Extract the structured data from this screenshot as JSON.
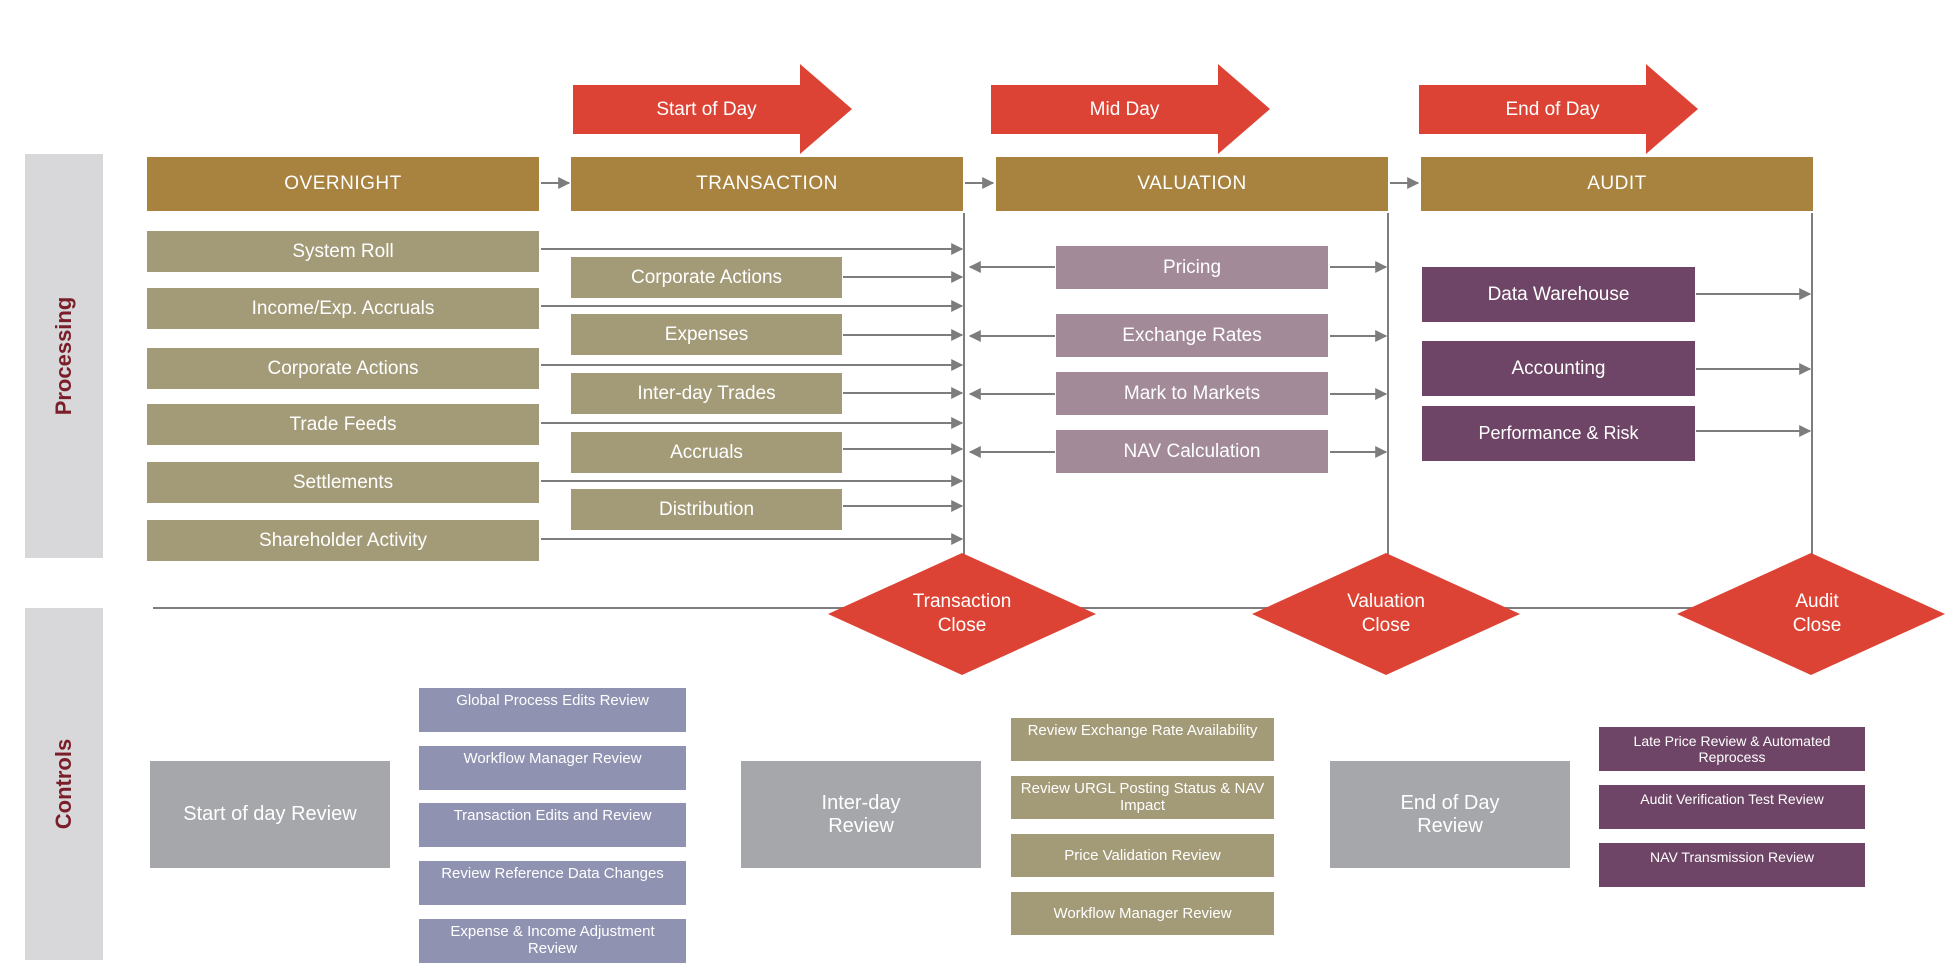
{
  "sidebar": {
    "processing": "Processing",
    "controls": "Controls"
  },
  "day_arrows": [
    "Start of Day",
    "Mid Day",
    "End of Day"
  ],
  "phases": [
    "OVERNIGHT",
    "TRANSACTION",
    "VALUATION",
    "AUDIT"
  ],
  "overnight_items": [
    "System Roll",
    "Income/Exp. Accruals",
    "Corporate Actions",
    "Trade Feeds",
    "Settlements",
    "Shareholder Activity"
  ],
  "transaction_items": [
    "Corporate Actions",
    "Expenses",
    "Inter-day Trades",
    "Accruals",
    "Distribution"
  ],
  "valuation_items": [
    "Pricing",
    "Exchange Rates",
    "Mark to Markets",
    "NAV Calculation"
  ],
  "audit_items": [
    "Data Warehouse",
    "Accounting",
    "Performance & Risk"
  ],
  "closes": [
    "Transaction\nClose",
    "Valuation\nClose",
    "Audit\nClose"
  ],
  "reviews": [
    "Start of day Review",
    "Inter-day\nReview",
    "End of Day\nReview"
  ],
  "start_controls": [
    "Global Process Edits Review",
    "Workflow Manager Review",
    "Transaction Edits and Review",
    "Review Reference Data Changes",
    "Expense & Income Adjustment Review"
  ],
  "interday_controls": [
    "Review Exchange Rate Availability",
    "Review URGL Posting Status & NAV Impact",
    "Price Validation Review",
    "Workflow Manager Review"
  ],
  "end_controls": [
    "Late Price Review & Automated Reprocess",
    "Audit Verification Test Review",
    "NAV Transmission Review"
  ],
  "colors": {
    "phase": "#a8833f",
    "tan": "#a39a78",
    "mauve": "#a28a99",
    "plum": "#6e4566",
    "blue": "#8f92b1",
    "grey": "#a6a7ab",
    "red": "#dd4334",
    "sidebar_text": "#7a1e2a"
  }
}
